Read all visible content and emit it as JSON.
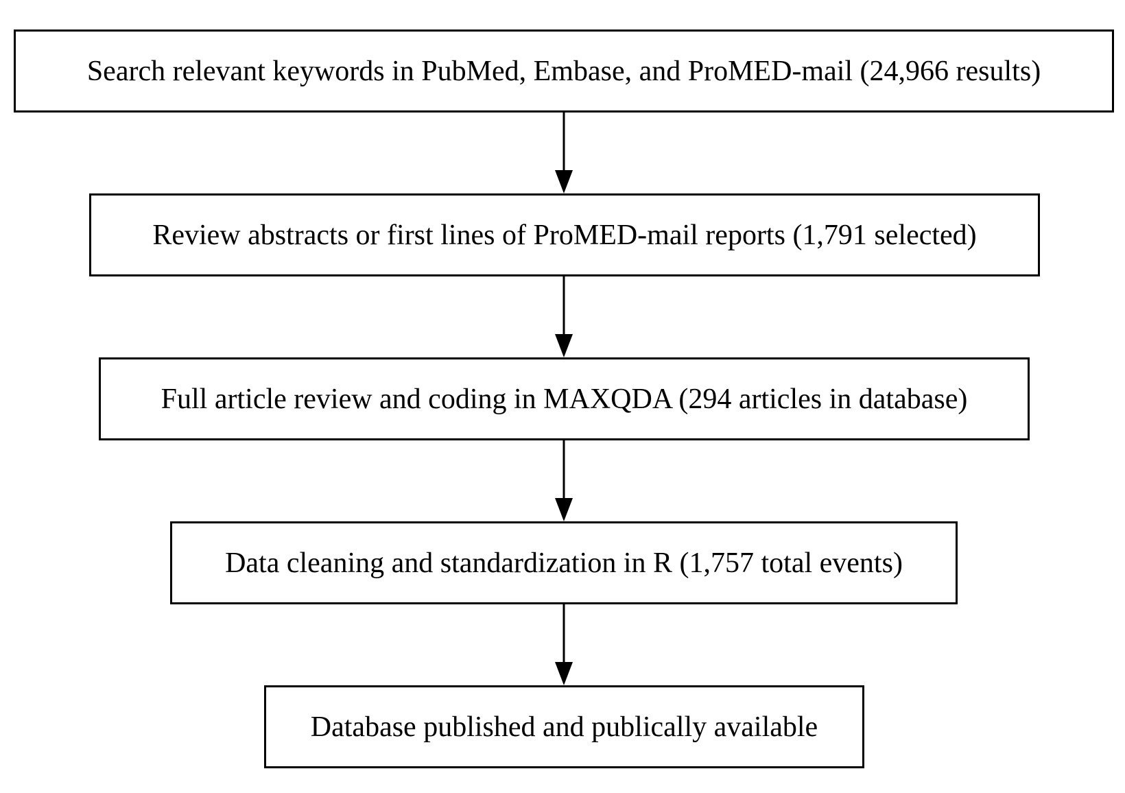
{
  "flowchart": {
    "steps": [
      {
        "label": "Search relevant keywords in PubMed, Embase, and ProMED-mail (24,966 results)"
      },
      {
        "label": "Review abstracts or first lines of ProMED-mail reports (1,791 selected)"
      },
      {
        "label": "Full article review and coding in MAXQDA (294 articles in database)"
      },
      {
        "label": "Data cleaning and standardization in R (1,757 total events)"
      },
      {
        "label": "Database published and publically available"
      }
    ],
    "colors": {
      "line": "#000000",
      "background": "#ffffff"
    }
  }
}
